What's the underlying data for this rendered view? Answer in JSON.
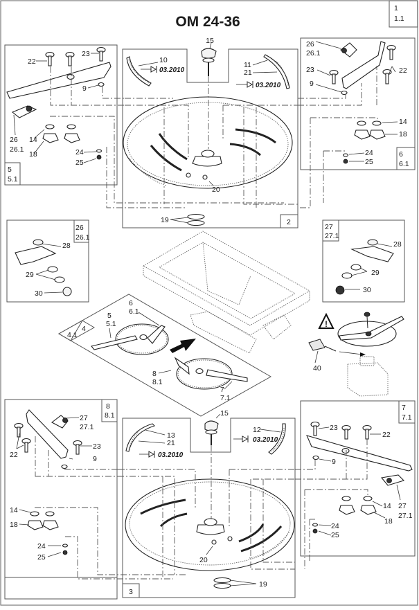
{
  "title": "OM 24-36",
  "page_ref": {
    "line1": "1",
    "line2": "1.1"
  },
  "groups": {
    "upper_left": {
      "ref1": "5",
      "ref2": "5.1"
    },
    "upper_center": {
      "ref": "2"
    },
    "upper_right": {
      "ref1": "6",
      "ref2": "6.1"
    },
    "mid_left": {
      "ref1": "26",
      "ref2": "26.1"
    },
    "mid_right": {
      "ref1": "27",
      "ref2": "27.1"
    },
    "center": {
      "ref1": "4",
      "ref2": "4.1"
    },
    "lower_left": {
      "ref1": "8",
      "ref2": "8.1"
    },
    "lower_center": {
      "ref": "3"
    },
    "lower_right": {
      "ref1": "7",
      "ref2": "7.1"
    }
  },
  "callouts": {
    "ul": {
      "n22": "22",
      "n23": "23",
      "n9": "9",
      "n26": "26",
      "n261": "26.1",
      "n14": "14",
      "n18": "18",
      "n24": "24",
      "n25": "25"
    },
    "uc": {
      "n15": "15",
      "n10": "10",
      "n11": "11",
      "n21": "21",
      "n20": "20",
      "n19": "19",
      "date_left": "03.2010",
      "date_right": "03.2010"
    },
    "ur": {
      "n26": "26",
      "n261": "26.1",
      "n23": "23",
      "n22": "22",
      "n9": "9",
      "n14": "14",
      "n18": "18",
      "n24": "24",
      "n25": "25"
    },
    "ml": {
      "n28": "28",
      "n29": "29",
      "n30": "30"
    },
    "mr": {
      "n28": "28",
      "n29": "29",
      "n30": "30"
    },
    "c": {
      "n5": "5",
      "n51": "5.1",
      "n6": "6",
      "n61": "6.1",
      "n8": "8",
      "n81": "8.1",
      "n7": "7",
      "n71": "7.1"
    },
    "warn": {
      "n40": "40"
    },
    "ll": {
      "n27": "27",
      "n271": "27.1",
      "n22": "22",
      "n23": "23",
      "n9": "9",
      "n14": "14",
      "n18": "18",
      "n24": "24",
      "n25": "25"
    },
    "lc": {
      "n15": "15",
      "n13": "13",
      "n21": "21",
      "n12": "12",
      "n20": "20",
      "n19": "19",
      "date_left": "03.2010",
      "date_right": "03.2010"
    },
    "lr": {
      "n23": "23",
      "n22": "22",
      "n9": "9",
      "n27": "27",
      "n271": "27.1",
      "n14": "14",
      "n18": "18",
      "n24": "24",
      "n25": "25"
    }
  },
  "icons": {
    "warning": "warning-triangle-icon",
    "direction_arrow": "arrow-icon"
  }
}
